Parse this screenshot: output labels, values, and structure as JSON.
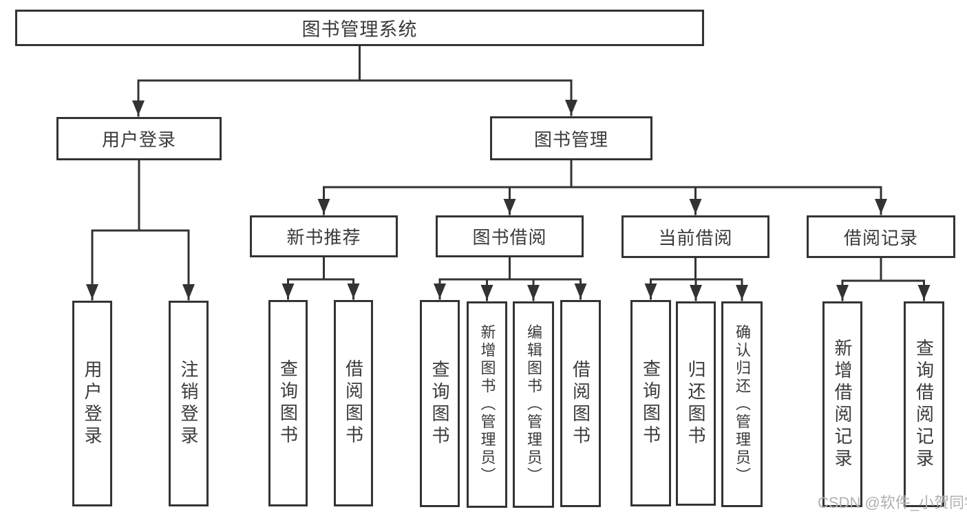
{
  "colors": {
    "line": "#333333",
    "text": "#3a3a3a",
    "boxbg": "#ffffff",
    "watermark": "#b0b0b0"
  },
  "watermark": {
    "text": "CSDN @软件_小贺同学"
  },
  "nodes": {
    "root": {
      "label": "图书管理系统"
    },
    "level2": [
      {
        "label": "用户登录"
      },
      {
        "label": "图书管理"
      }
    ],
    "level3": [
      {
        "label": "新书推荐"
      },
      {
        "label": "图书借阅"
      },
      {
        "label": "当前借阅"
      },
      {
        "label": "借阅记录"
      }
    ],
    "leaves": {
      "login": [
        {
          "label": "用户登录"
        },
        {
          "label": "注销登录"
        }
      ],
      "recommend": [
        {
          "label": "查询图书"
        },
        {
          "label": "借阅图书"
        }
      ],
      "borrow": [
        {
          "label": "查询图书"
        },
        {
          "label": "新增图书（管理员）"
        },
        {
          "label": "编辑图书（管理员）"
        },
        {
          "label": "借阅图书"
        }
      ],
      "current": [
        {
          "label": "查询图书"
        },
        {
          "label": "归还图书"
        },
        {
          "label": "确认归还（管理员）"
        }
      ],
      "records": [
        {
          "label": "新增借阅记录"
        },
        {
          "label": "查询借阅记录"
        }
      ]
    }
  }
}
